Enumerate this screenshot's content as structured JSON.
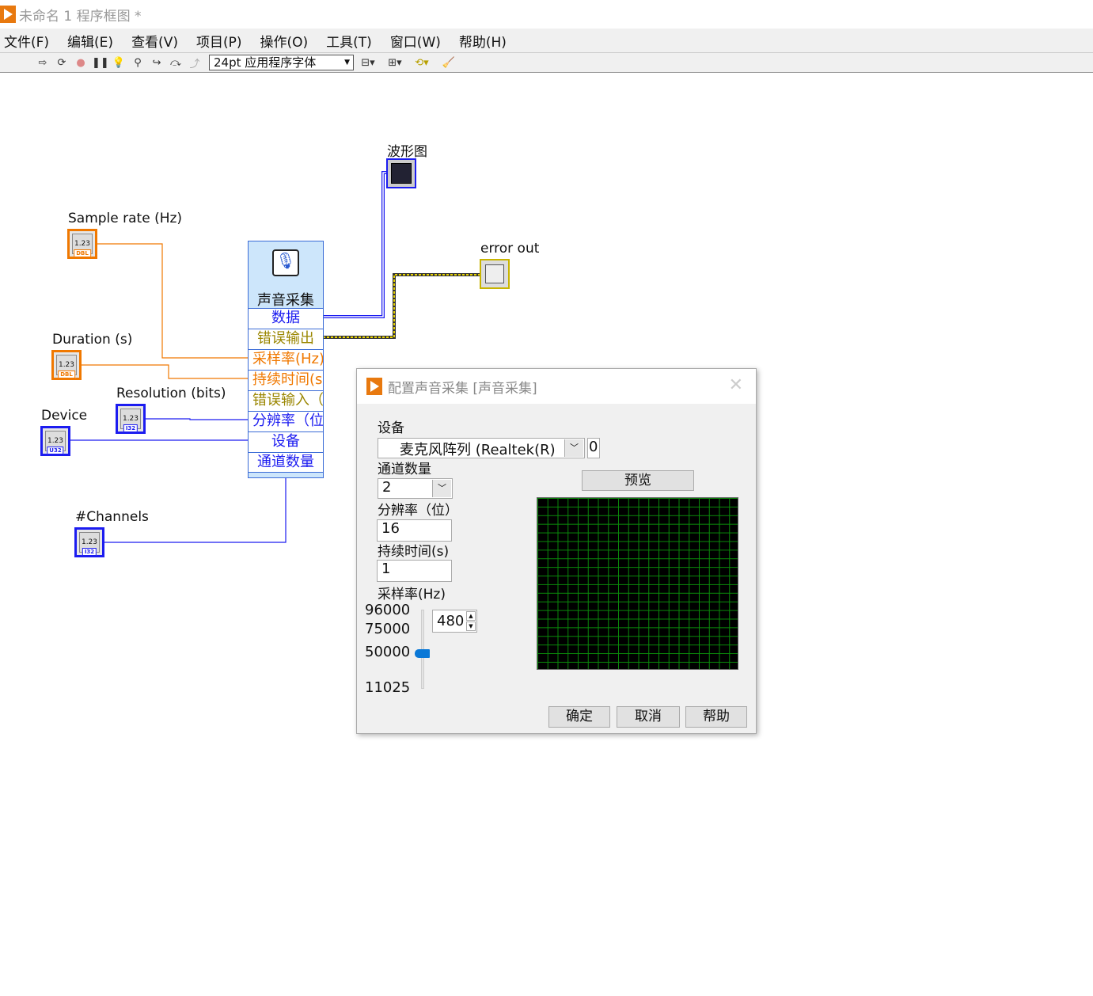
{
  "window": {
    "title": "未命名 1 程序框图 *"
  },
  "menu": [
    "文件(F)",
    "编辑(E)",
    "查看(V)",
    "项目(P)",
    "操作(O)",
    "工具(T)",
    "窗口(W)",
    "帮助(H)"
  ],
  "toolbar": {
    "font": "24pt 应用程序字体"
  },
  "diagram": {
    "controls": {
      "sample_rate": {
        "label": "Sample rate (Hz)",
        "value": "1.23",
        "type": "DBL"
      },
      "duration": {
        "label": "Duration (s)",
        "value": "1.23",
        "type": "DBL"
      },
      "resolution": {
        "label": "Resolution (bits)",
        "value": "1.23",
        "type": "I32"
      },
      "device": {
        "label": "Device",
        "value": "1.23",
        "type": "U32"
      },
      "channels": {
        "label": "#Channels",
        "value": "1.23",
        "type": "I32"
      }
    },
    "indicators": {
      "waveform": "波形图",
      "error_out": "error out"
    },
    "node": {
      "title": "声音采集",
      "terminals": [
        "数据",
        "错误输出",
        "采样率(Hz)",
        "持续时间(s)",
        "错误输入（",
        "分辨率（位",
        "设备",
        "通道数量"
      ]
    }
  },
  "dialog": {
    "title": "配置声音采集 [声音采集]",
    "device_label": "设备",
    "device_value": "麦克风阵列 (Realtek(R)",
    "device_index": "0",
    "channels_label": "通道数量",
    "channels_value": "2",
    "resolution_label": "分辨率（位）",
    "resolution_value": "16",
    "duration_label": "持续时间(s)",
    "duration_value": "1",
    "rate_label": "采样率(Hz)",
    "rate_ticks": [
      "96000",
      "75000",
      "50000",
      "11025"
    ],
    "rate_value": "480",
    "rate_slider_value": 50000,
    "preview": "预览",
    "ok": "确定",
    "cancel": "取消",
    "help": "帮助"
  },
  "colors": {
    "orange": "#f07800",
    "blue": "#1c1cf0",
    "brand": "#e8790f"
  }
}
